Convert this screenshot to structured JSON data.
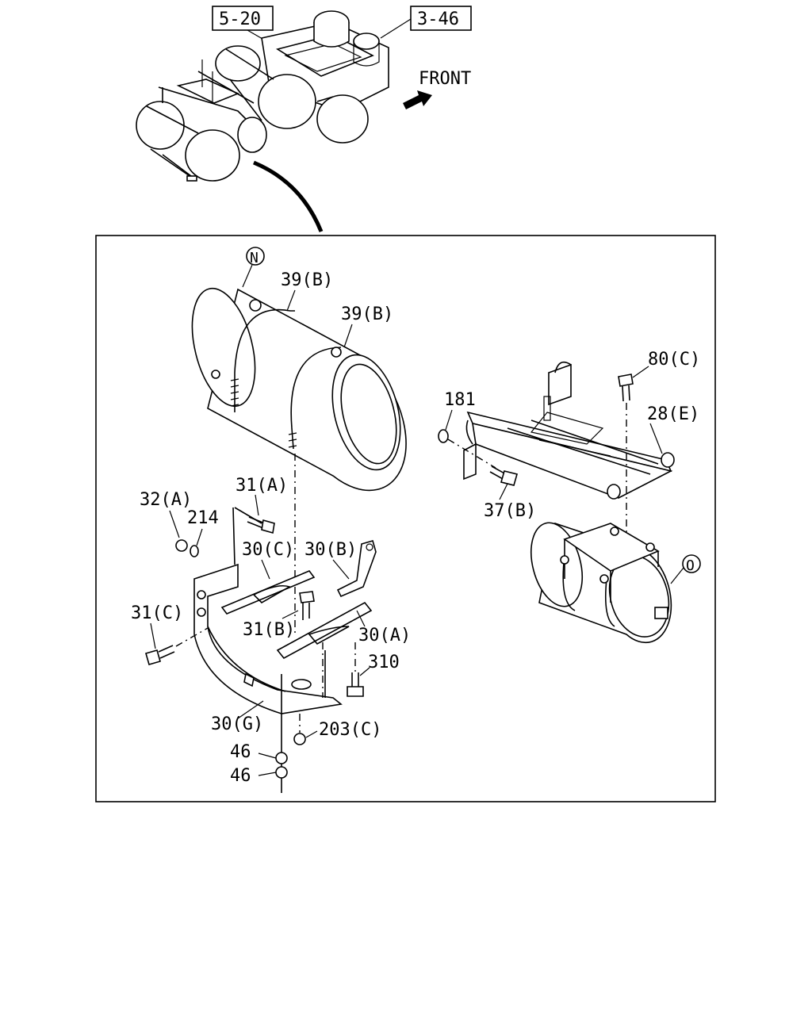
{
  "overview": {
    "ref_left": "5-20",
    "ref_right": "3-46",
    "direction_label": "FRONT"
  },
  "callouts": {
    "N": "N",
    "O": "O",
    "c39b_1": "39(B)",
    "c39b_2": "39(B)",
    "c80c": "80(C)",
    "c181": "181",
    "c28e": "28(E)",
    "c31a": "31(A)",
    "c32a": "32(A)",
    "c214": "214",
    "c37b": "37(B)",
    "c30c": "30(C)",
    "c30b": "30(B)",
    "c31c": "31(C)",
    "c31b": "31(B)",
    "c30a": "30(A)",
    "c310": "310",
    "c30g": "30(G)",
    "c203c": "203(C)",
    "c46_1": "46",
    "c46_2": "46"
  }
}
